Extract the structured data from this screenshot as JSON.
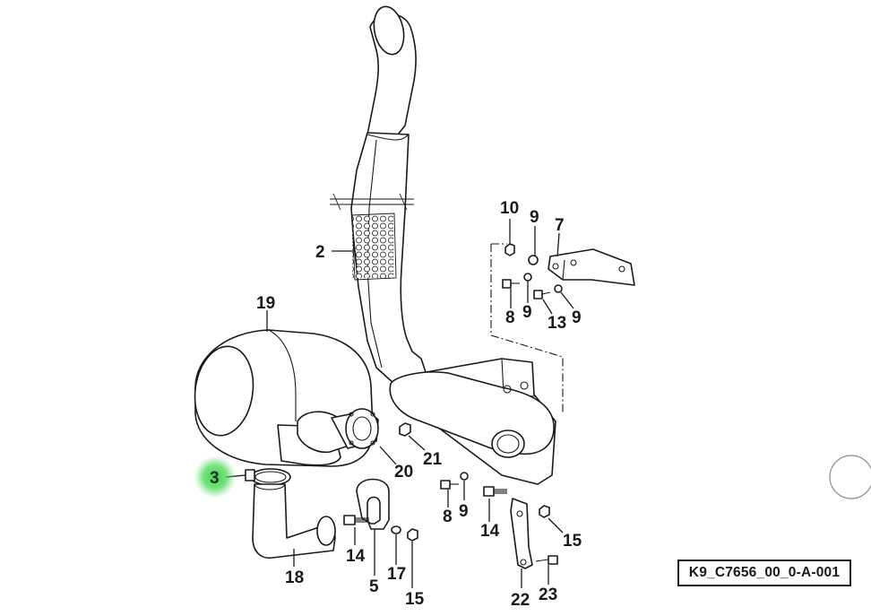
{
  "diagram": {
    "reference_code": "K9_C7656_00_0-A-001",
    "highlight_color": "#3ecf4a",
    "callouts": [
      {
        "id": "c2",
        "label": "2"
      },
      {
        "id": "c19",
        "label": "19"
      },
      {
        "id": "c3",
        "label": "3",
        "highlighted": true
      },
      {
        "id": "c18",
        "label": "18"
      },
      {
        "id": "c14a",
        "label": "14"
      },
      {
        "id": "c5",
        "label": "5"
      },
      {
        "id": "c17",
        "label": "17"
      },
      {
        "id": "c15a",
        "label": "15"
      },
      {
        "id": "c20",
        "label": "20"
      },
      {
        "id": "c21",
        "label": "21"
      },
      {
        "id": "c8a",
        "label": "8"
      },
      {
        "id": "c9a",
        "label": "9"
      },
      {
        "id": "c14b",
        "label": "14"
      },
      {
        "id": "c22",
        "label": "22"
      },
      {
        "id": "c23",
        "label": "23"
      },
      {
        "id": "c15b",
        "label": "15"
      },
      {
        "id": "c10",
        "label": "10"
      },
      {
        "id": "c9b",
        "label": "9"
      },
      {
        "id": "c7",
        "label": "7"
      },
      {
        "id": "c8b",
        "label": "8"
      },
      {
        "id": "c9c",
        "label": "9"
      },
      {
        "id": "c13",
        "label": "13"
      },
      {
        "id": "c9d",
        "label": "9"
      }
    ]
  }
}
